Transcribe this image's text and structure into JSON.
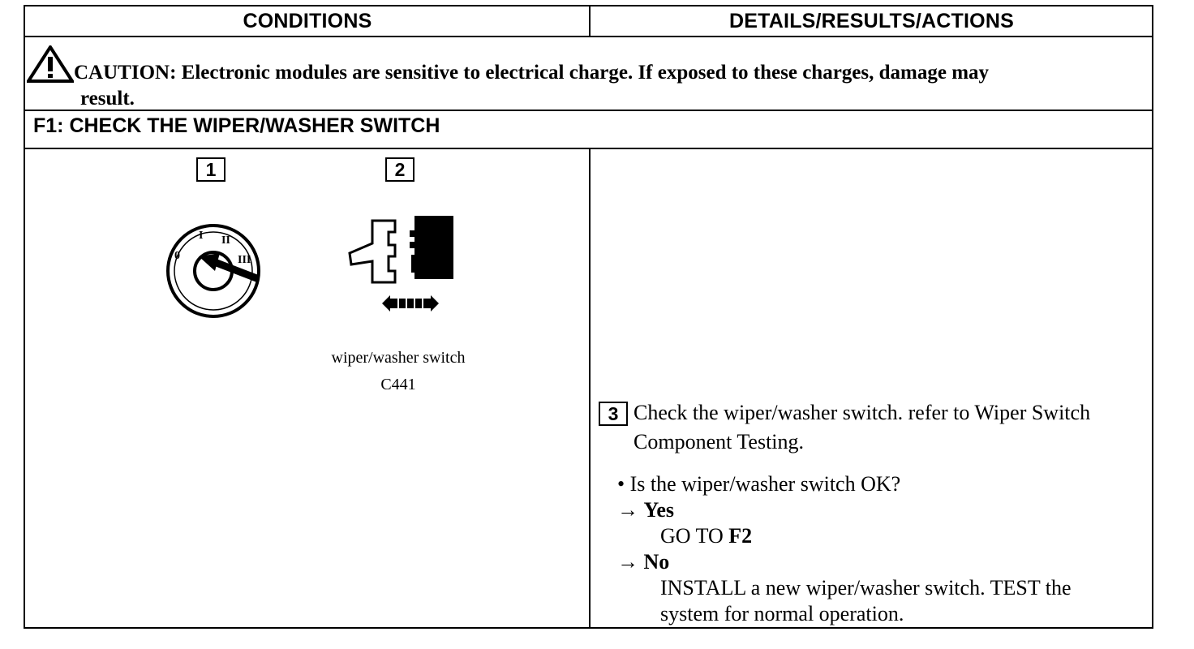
{
  "header": {
    "conditions": "CONDITIONS",
    "details": "DETAILS/RESULTS/ACTIONS"
  },
  "caution": {
    "icon": "warning-triangle-icon",
    "line1": "CAUTION: Electronic modules are sensitive to electrical charge. If exposed to these charges, damage may",
    "line2": "result."
  },
  "step": {
    "title": "F1: CHECK THE WIPER/WASHER SWITCH"
  },
  "illustrations": {
    "box1": "1",
    "box2": "2",
    "ignition_positions": [
      "0",
      "I",
      "II",
      "III"
    ],
    "switch_label": "wiper/washer switch",
    "connector": "C441"
  },
  "details": {
    "box3": "3",
    "instruction_line1": "Check the wiper/washer switch. refer to Wiper Switch",
    "instruction_line2": "Component Testing.",
    "question": "• Is the wiper/washer switch OK?",
    "yes_arrow": "→",
    "yes_label": "Yes",
    "yes_action_prefix": "GO TO ",
    "yes_action_target": "F2",
    "no_arrow": "→",
    "no_label": "No",
    "no_action_line1": "INSTALL a new wiper/washer switch. TEST the",
    "no_action_line2": "system for normal operation."
  }
}
